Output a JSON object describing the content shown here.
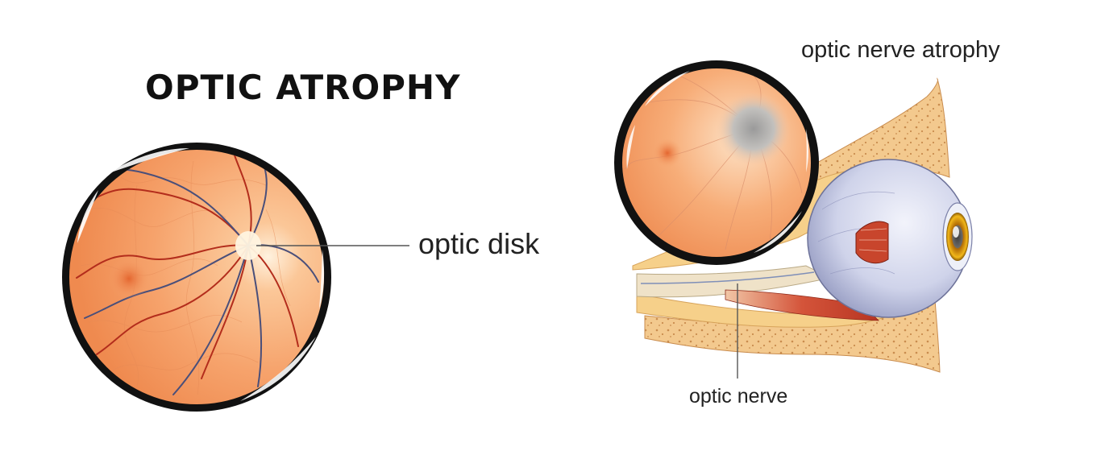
{
  "title": "OPTIC ATROPHY",
  "labels": {
    "optic_disk": "optic disk",
    "optic_nerve_atrophy": "optic nerve atrophy",
    "optic_nerve": "optic nerve"
  },
  "colors": {
    "retina": "#f6a36c",
    "retina_light": "#fde0c4",
    "bone": "#f3c98e",
    "frame": "#111111",
    "vessel_artery": "#b32d1c",
    "vessel_vein": "#4a4f7a",
    "atrophy_spot": "#a9a9a9",
    "eyeball": "#d8dcf0",
    "iris": "#e7a20e",
    "muscle": "#c8452c"
  }
}
